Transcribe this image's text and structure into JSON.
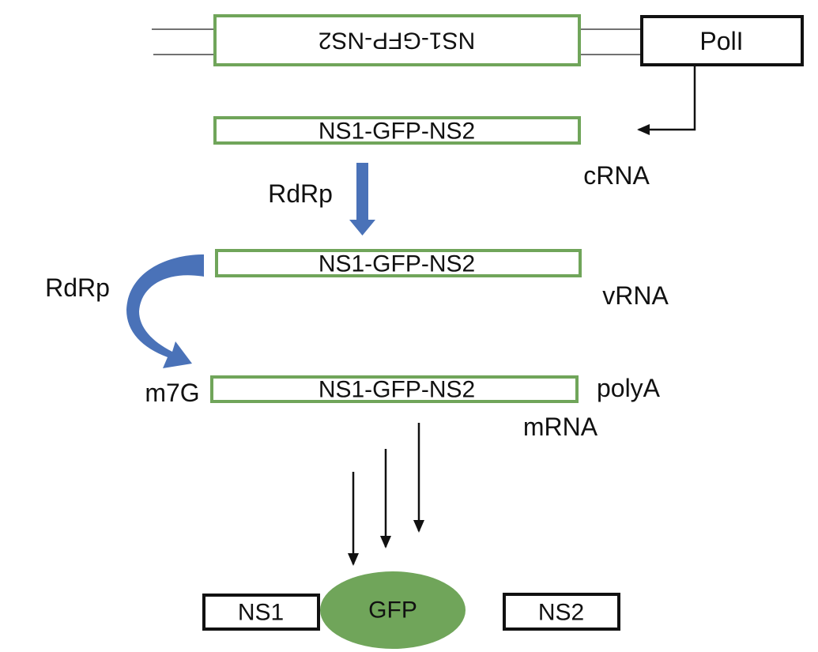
{
  "diagram": {
    "title": "Reverse genetics plasmid expression of NS1-GFP-NS2",
    "plasmid": {
      "segment_label": "NS1-GFP-NS2",
      "segment_orientation": "reversed (upside-down)",
      "promoter_label": "PolI"
    },
    "rna_stages": [
      {
        "id": "crna",
        "segment_label": "NS1-GFP-NS2",
        "side_label": "cRNA"
      },
      {
        "id": "vrna",
        "segment_label": "NS1-GFP-NS2",
        "side_label": "vRNA"
      },
      {
        "id": "mrna",
        "segment_label": "NS1-GFP-NS2",
        "side_label": "mRNA",
        "cap_label": "m7G",
        "tail_label": "polyA"
      }
    ],
    "enzyme_labels": {
      "crna_to_vrna": "RdRp",
      "vrna_to_mrna": "RdRp"
    },
    "arrows": {
      "promoter_to_crna": "elbow-arrow",
      "crna_to_vrna": "block-arrow-down",
      "vrna_to_mrna": "curved-block-arrow",
      "translation_count": 3
    },
    "proteins": [
      {
        "label": "NS1",
        "shape": "box"
      },
      {
        "label": "GFP",
        "shape": "ellipse"
      },
      {
        "label": "NS2",
        "shape": "box"
      }
    ],
    "colors": {
      "segment_border": "#70a55a",
      "gfp_fill": "#70a55a",
      "rdrp_arrow": "#4a72b8",
      "text": "#111111"
    }
  }
}
